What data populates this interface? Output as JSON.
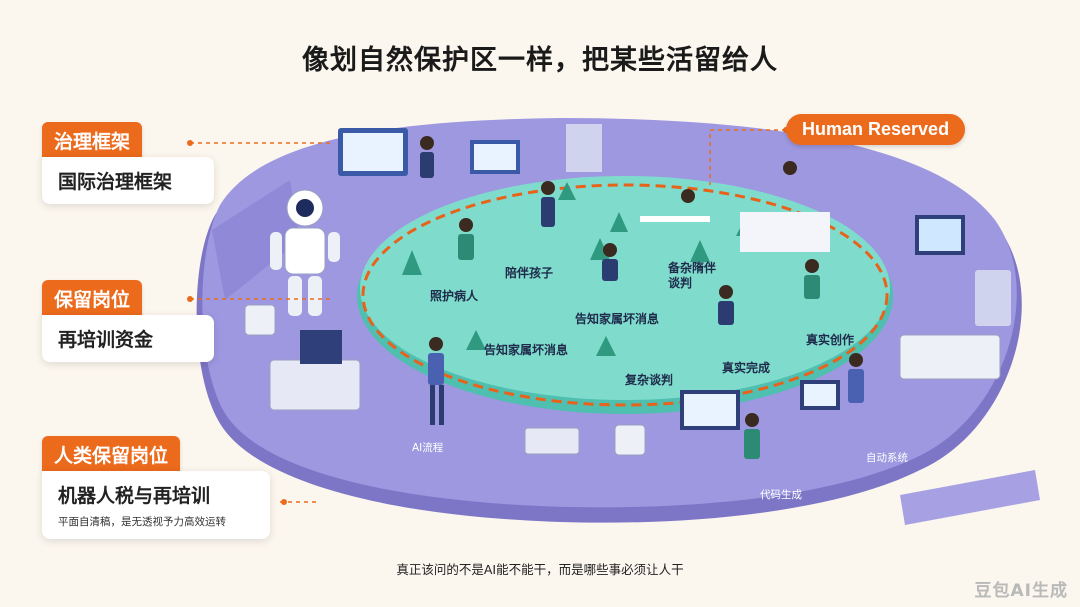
{
  "title": "像划自然保护区一样，把某些活留给人",
  "human_reserved": "Human Reserved",
  "panels": [
    {
      "tag": "治理框架",
      "card": "国际治理框架"
    },
    {
      "tag": "保留岗位",
      "card": "再培训资金"
    },
    {
      "tag": "人类保留岗位",
      "card": "机器人税与再培训",
      "note": "平面自清稿，是无透视予力高效运转"
    }
  ],
  "zone_labels": {
    "care": "照护病人",
    "accompany": "陪伴孩子",
    "notify_a": "告知家属坏消息",
    "notify_b": "告知家属坏消息",
    "complex_talk": "复杂谈判",
    "complex_talk_b": "备杂隋伴谈判",
    "real_done": "真实完成",
    "real_create": "真实创作"
  },
  "outer_labels": {
    "ai_flow": "AI流程",
    "code_gen": "代码生成",
    "auto_system": "自动系统"
  },
  "footer": "真正该问的不是AI能不能干，而是哪些事必须让人干",
  "watermark": "豆包AI生成",
  "colors": {
    "accent": "#ec6a1c",
    "platform": "#8c86d6",
    "zone": "#6fd3c4",
    "background": "#fbf6ee"
  }
}
